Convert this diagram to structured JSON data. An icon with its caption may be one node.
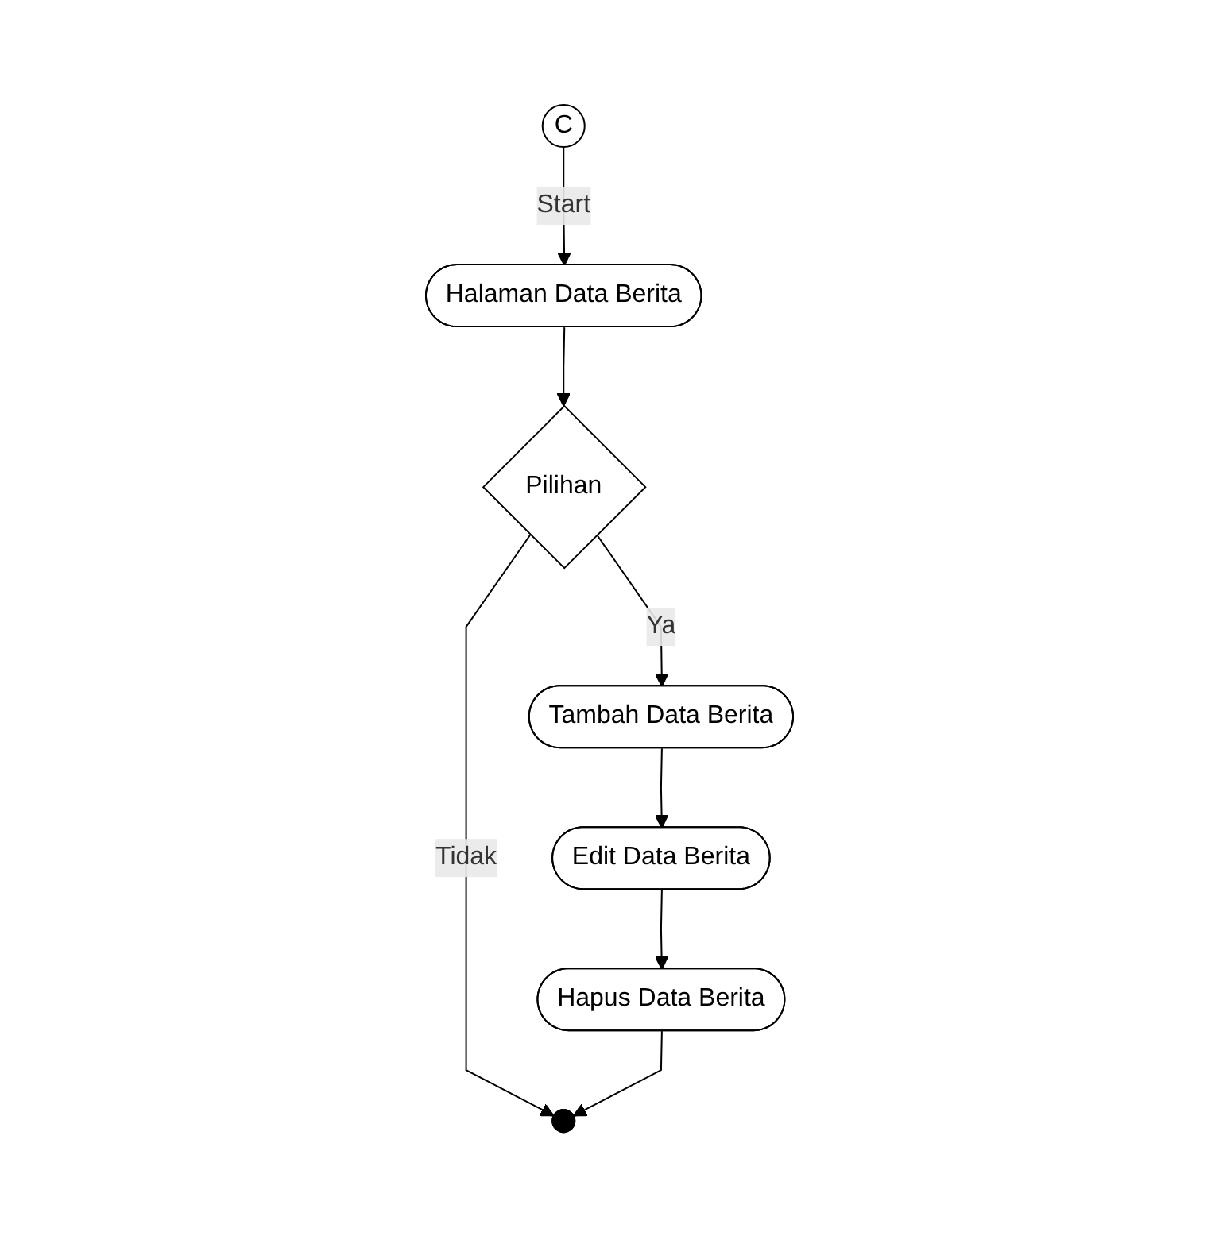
{
  "diagram": {
    "nodes": [
      {
        "text": [
          "C"
        ]
      },
      {
        "text": [
          "Halaman Data Berita"
        ]
      },
      {
        "text": [
          "Pilihan"
        ]
      },
      {
        "text": [
          "Tambah Data Berita"
        ]
      },
      {
        "text": [
          "Edit Data Berita"
        ]
      },
      {
        "text": [
          "Hapus Data Berita"
        ]
      },
      {
        "text": [],
        "shape": "circle"
      }
    ],
    "edges": [
      {
        "from": 0,
        "to": 1,
        "arrow": "to",
        "label": "Start"
      },
      {
        "from": 1,
        "to": 2,
        "arrow": "to"
      },
      {
        "from": 2,
        "to": 3,
        "arrow": "to",
        "label": "Ya"
      },
      {
        "from": 3,
        "to": 4,
        "arrow": "to"
      },
      {
        "from": 4,
        "to": 5,
        "arrow": "to"
      },
      {
        "from": 2,
        "to": 6,
        "arrow": "to",
        "label": "Tidak"
      },
      {
        "from": 5,
        "to": 6,
        "arrow": "to"
      }
    ]
  }
}
